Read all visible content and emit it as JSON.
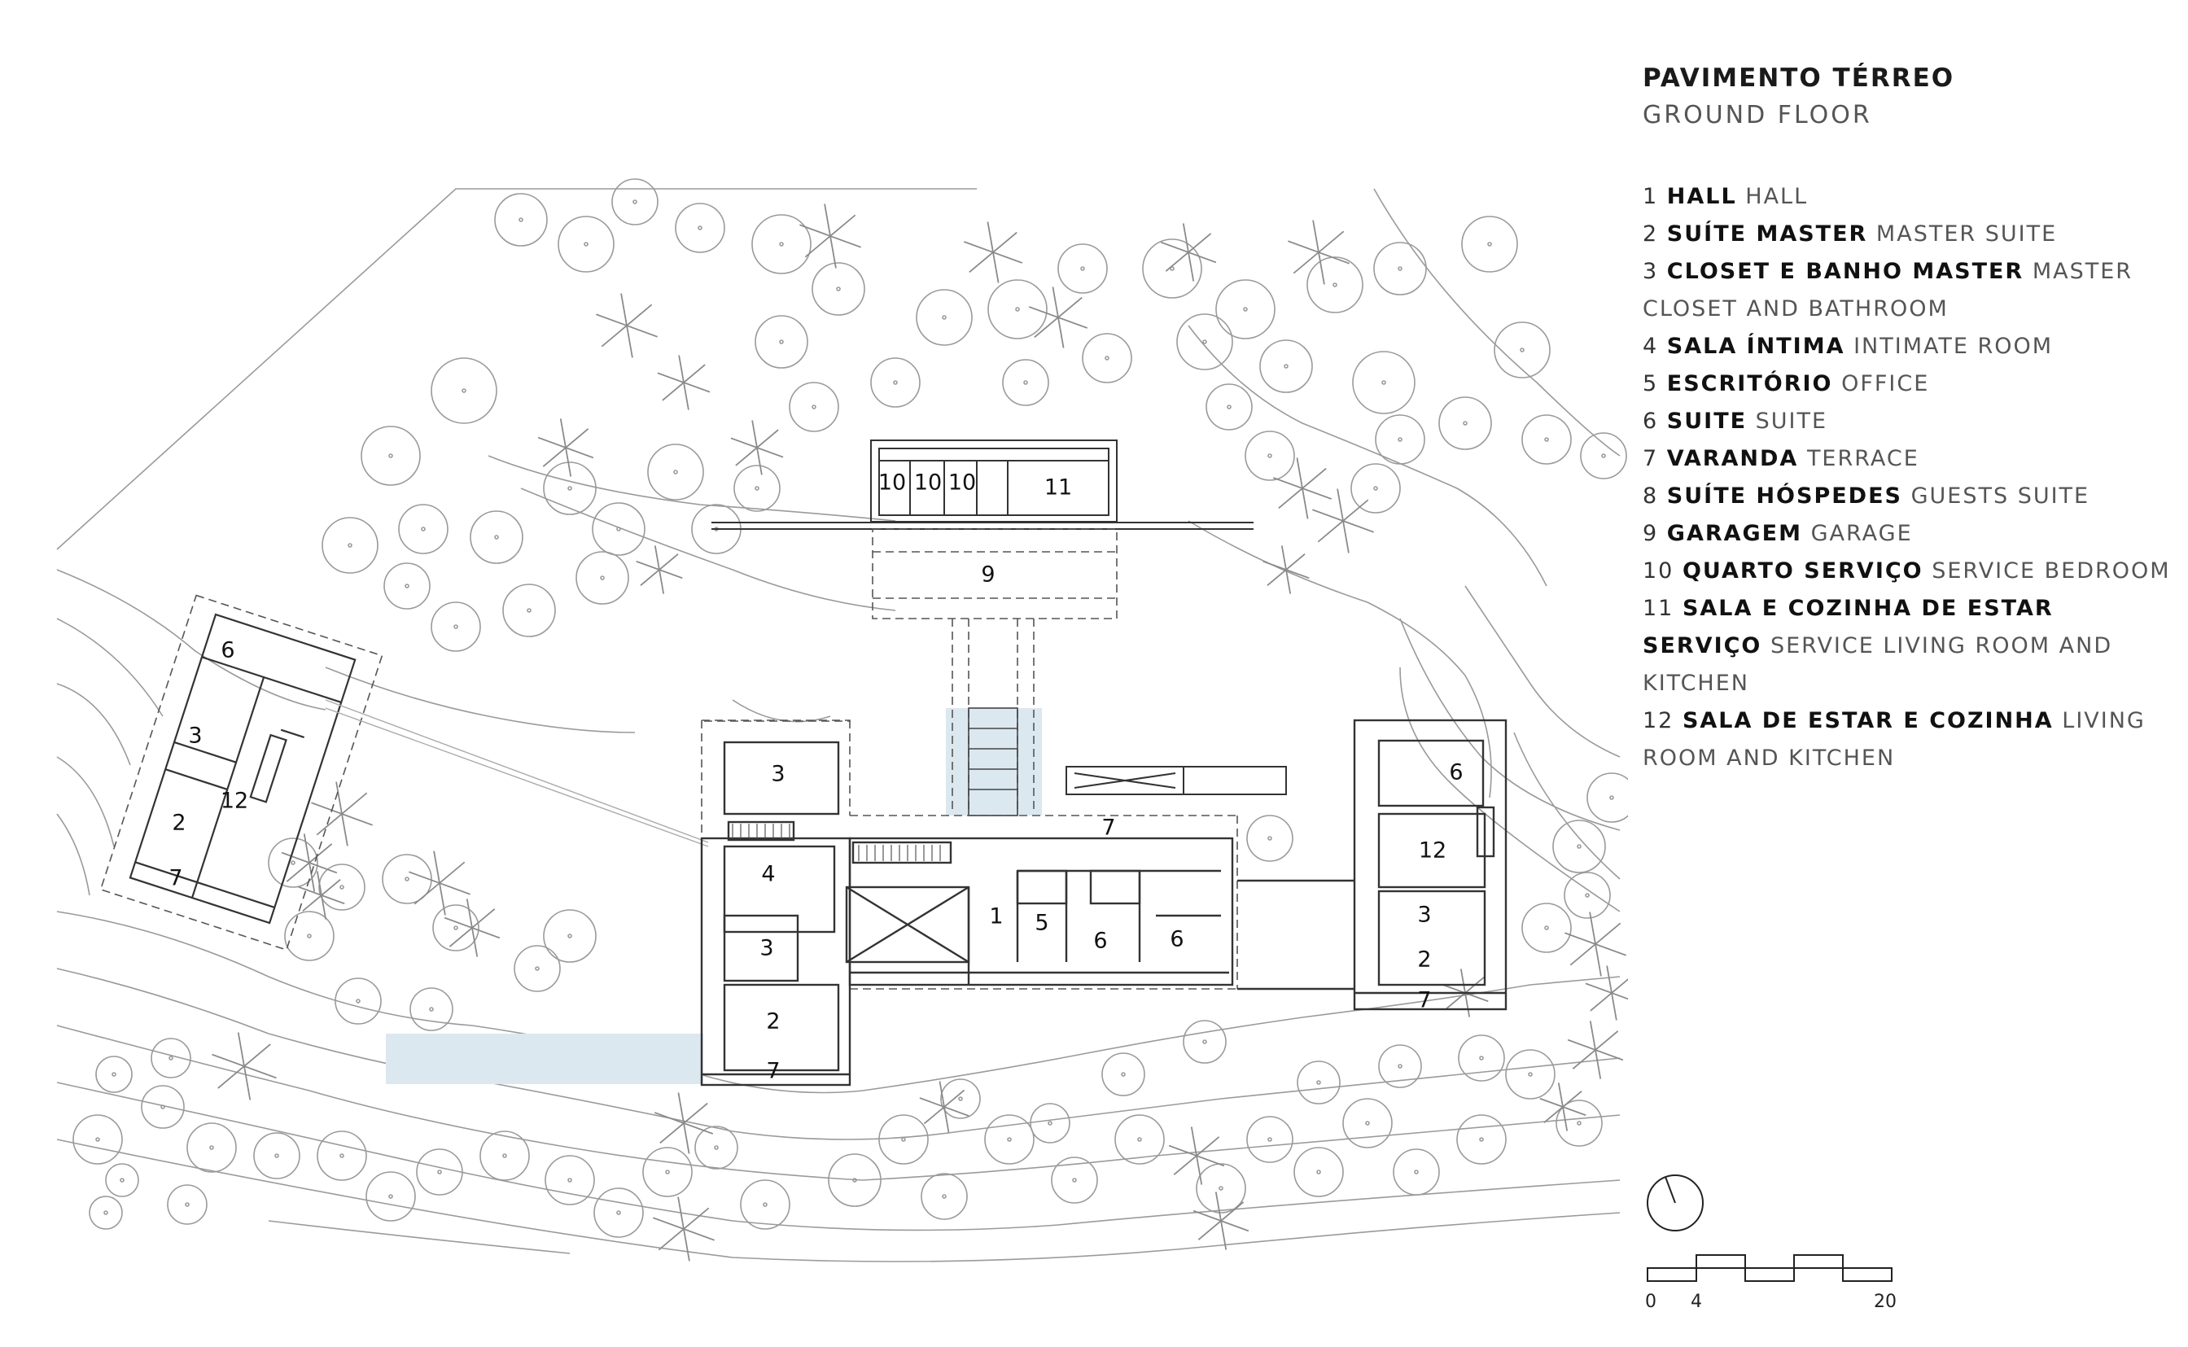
{
  "title": "PAVIMENTO TÉRREO",
  "subtitle": "GROUND FLOOR",
  "legend": [
    {
      "num": "1",
      "pt": "HALL",
      "en": "HALL"
    },
    {
      "num": "2",
      "pt": "SUÍTE MASTER",
      "en": "MASTER SUITE"
    },
    {
      "num": "3",
      "pt": "CLOSET E BANHO MASTER",
      "en": "MASTER CLOSET AND BATHROOM"
    },
    {
      "num": "4",
      "pt": "SALA ÍNTIMA",
      "en": "INTIMATE ROOM"
    },
    {
      "num": "5",
      "pt": "ESCRITÓRIO",
      "en": "OFFICE"
    },
    {
      "num": "6",
      "pt": "SUITE",
      "en": "SUITE"
    },
    {
      "num": "7",
      "pt": "VARANDA",
      "en": "TERRACE"
    },
    {
      "num": "8",
      "pt": "SUÍTE HÓSPEDES",
      "en": "GUESTS SUITE"
    },
    {
      "num": "9",
      "pt": "GARAGEM",
      "en": "GARAGE"
    },
    {
      "num": "10",
      "pt": "QUARTO SERVIÇO",
      "en": "SERVICE BEDROOM"
    },
    {
      "num": "11",
      "pt": "SALA E COZINHA DE ESTAR SERVIÇO",
      "en": "SERVICE LIVING ROOM AND KITCHEN"
    },
    {
      "num": "12",
      "pt": "SALA DE ESTAR E COZINHA",
      "en": "LIVING ROOM AND KITCHEN"
    }
  ],
  "room_labels": {
    "service_10a": "10",
    "service_10b": "10",
    "service_10c": "10",
    "service_11": "11",
    "garage_9": "9",
    "left_6": "6",
    "left_3": "3",
    "left_12": "12",
    "left_2": "2",
    "left_7": "7",
    "main_3a": "3",
    "main_4": "4",
    "main_3b": "3",
    "main_2": "2",
    "main_7b": "7",
    "main_7a": "7",
    "main_1": "1",
    "main_5": "5",
    "main_6a": "6",
    "main_6b": "6",
    "right_6": "6",
    "right_12": "12",
    "right_3": "3",
    "right_2": "2",
    "right_7": "7"
  },
  "scale": {
    "label_0": "0",
    "label_4": "4",
    "label_20": "20"
  },
  "icons": {
    "north": "north-arrow-icon"
  }
}
